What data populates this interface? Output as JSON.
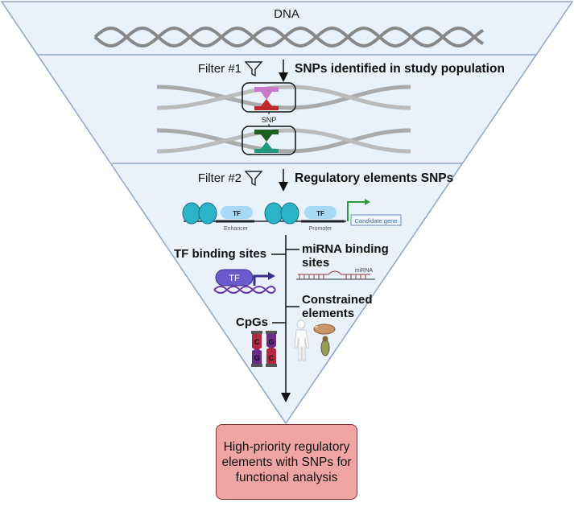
{
  "colors": {
    "funnel_fill": "#e9f1fb",
    "funnel_stroke": "#8ea6c4",
    "output_fill": "#eea5a3",
    "output_border": "#8a2b2b",
    "snp_ref_top": "#c87ac8",
    "snp_ref_bottom": "#c0282c",
    "snp_alt_top": "#1e5e1e",
    "snp_alt_bottom": "#1e9a80",
    "tf": "#6a5acd",
    "nucleosome": "#2bb3c8"
  },
  "level0": {
    "title": "DNA",
    "icon": "dna-helix-icon"
  },
  "level1": {
    "filter_label": "Filter #1",
    "filter_icon": "funnel-icon",
    "title": "SNPs identified in study population",
    "snp_label": "SNP"
  },
  "level2": {
    "filter_label": "Filter #2",
    "filter_icon": "funnel-icon",
    "title": "Regulatory elements SNPs",
    "tf_label_1": "TF",
    "tf_label_2": "TF",
    "enhancer": "Enhancer",
    "promoter": "Promoter",
    "candidate_gene": "Candidate gene",
    "tf_binding": "TF binding sites",
    "tf_icon_label": "TF",
    "mirna_binding_1": "miRNA binding",
    "mirna_binding_2": "sites",
    "mirna_label": "miRNA",
    "constrained_1": "Constrained",
    "constrained_2": "elements",
    "cpgs": "CpGs",
    "cpg_letters": [
      "C",
      "G",
      "G",
      "C"
    ]
  },
  "output": {
    "text": "High-priority regulatory elements with SNPs for functional analysis"
  }
}
